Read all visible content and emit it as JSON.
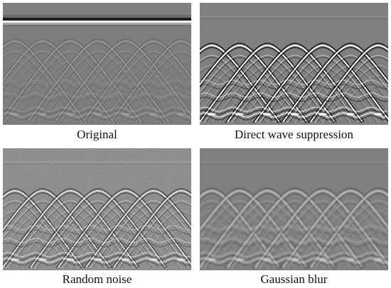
{
  "panels": [
    {
      "id": "original",
      "caption": "Original"
    },
    {
      "id": "direct",
      "caption": "Direct wave suppression"
    },
    {
      "id": "random",
      "caption": "Random noise"
    },
    {
      "id": "blur",
      "caption": "Gaussian blur"
    }
  ],
  "colors": {
    "background_gray": "#7e7e7e",
    "highlight": "#ffffff",
    "shadow": "#1a1a1a"
  }
}
